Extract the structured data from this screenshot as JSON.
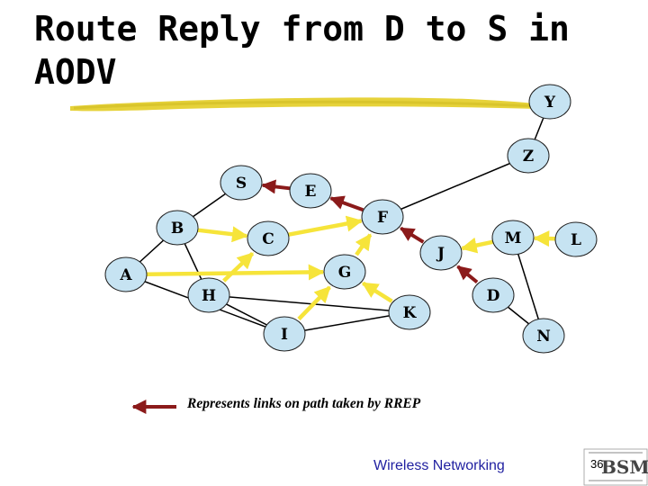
{
  "slide": {
    "title_lines": [
      "Route Reply from D to S in",
      "AODV"
    ],
    "legend_text": "Represents links on path taken by RREP",
    "footer": "Wireless Networking",
    "page_number": "36"
  },
  "colors": {
    "node_fill": "#c6e3f2",
    "node_stroke": "#222222",
    "plain_link": "#000000",
    "yellow_link": "#f6e43a",
    "rrep_link": "#8b1a1a",
    "underline": "#e6d23a",
    "footer_text": "#1f1fa0"
  },
  "network": {
    "nodes": [
      {
        "id": "Y",
        "label": "Y"
      },
      {
        "id": "Z",
        "label": "Z"
      },
      {
        "id": "S",
        "label": "S"
      },
      {
        "id": "E",
        "label": "E"
      },
      {
        "id": "F",
        "label": "F"
      },
      {
        "id": "B",
        "label": "B"
      },
      {
        "id": "C",
        "label": "C"
      },
      {
        "id": "M",
        "label": "M"
      },
      {
        "id": "L",
        "label": "L"
      },
      {
        "id": "J",
        "label": "J"
      },
      {
        "id": "A",
        "label": "A"
      },
      {
        "id": "G",
        "label": "G"
      },
      {
        "id": "H",
        "label": "H"
      },
      {
        "id": "D",
        "label": "D"
      },
      {
        "id": "K",
        "label": "K"
      },
      {
        "id": "I",
        "label": "I"
      },
      {
        "id": "N",
        "label": "N"
      }
    ],
    "links": [
      {
        "from": "Y",
        "to": "Z",
        "type": "plain"
      },
      {
        "from": "Z",
        "to": "F",
        "type": "plain"
      },
      {
        "from": "S",
        "to": "B",
        "type": "plain"
      },
      {
        "from": "B",
        "to": "A",
        "type": "plain"
      },
      {
        "from": "B",
        "to": "H",
        "type": "plain"
      },
      {
        "from": "A",
        "to": "I",
        "type": "plain"
      },
      {
        "from": "H",
        "to": "I",
        "type": "plain"
      },
      {
        "from": "H",
        "to": "K",
        "type": "plain"
      },
      {
        "from": "I",
        "to": "K",
        "type": "plain"
      },
      {
        "from": "D",
        "to": "N",
        "type": "plain"
      },
      {
        "from": "M",
        "to": "N",
        "type": "plain"
      },
      {
        "from": "C",
        "to": "F",
        "type": "yellow_arrow"
      },
      {
        "from": "G",
        "to": "F",
        "type": "yellow_arrow"
      },
      {
        "from": "B",
        "to": "C",
        "type": "yellow_arrow"
      },
      {
        "from": "H",
        "to": "C",
        "type": "yellow_arrow"
      },
      {
        "from": "A",
        "to": "G",
        "type": "yellow_arrow"
      },
      {
        "from": "I",
        "to": "G",
        "type": "yellow_arrow"
      },
      {
        "from": "M",
        "to": "J",
        "type": "yellow_arrow"
      },
      {
        "from": "L",
        "to": "M",
        "type": "yellow_arrow"
      },
      {
        "from": "K",
        "to": "G",
        "type": "yellow_arrow"
      },
      {
        "from": "E",
        "to": "S",
        "type": "rrep"
      },
      {
        "from": "F",
        "to": "E",
        "type": "rrep"
      },
      {
        "from": "J",
        "to": "F",
        "type": "rrep"
      },
      {
        "from": "D",
        "to": "J",
        "type": "rrep"
      }
    ]
  }
}
